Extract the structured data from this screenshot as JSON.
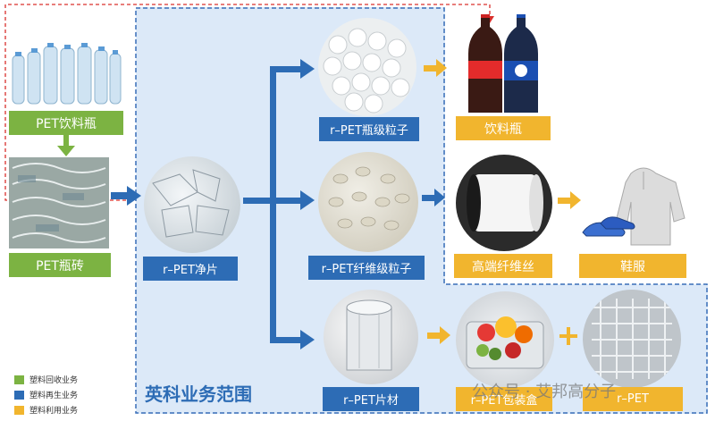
{
  "scope_title": "英科业务范围",
  "nodes": {
    "pet_bottle": "PET饮料瓶",
    "pet_brick": "PET瓶砖",
    "rpet_flake": "r–PET净片",
    "rpet_bottle_pellet": "r–PET瓶级粒子",
    "rpet_fiber_pellet": "r–PET纤维级粒子",
    "rpet_sheet": "r–PET片材",
    "beverage_bottle": "饮料瓶",
    "hi_fiber": "高端纤维丝",
    "shoes_clothes": "鞋服",
    "packaging_box": "r–PET包装盒",
    "pet_other": "r–PET"
  },
  "legend": [
    {
      "label": "塑料回收业务",
      "color": "#7cb342"
    },
    {
      "label": "塑料再生业务",
      "color": "#2d6cb5"
    },
    {
      "label": "塑料利用业务",
      "color": "#f1b52e"
    }
  ],
  "watermark": "公众号 · 艾邦高分子",
  "colors": {
    "recycle": "#7cb342",
    "regen": "#2d6cb5",
    "use": "#f1b52e",
    "loop": "#d9302c"
  }
}
